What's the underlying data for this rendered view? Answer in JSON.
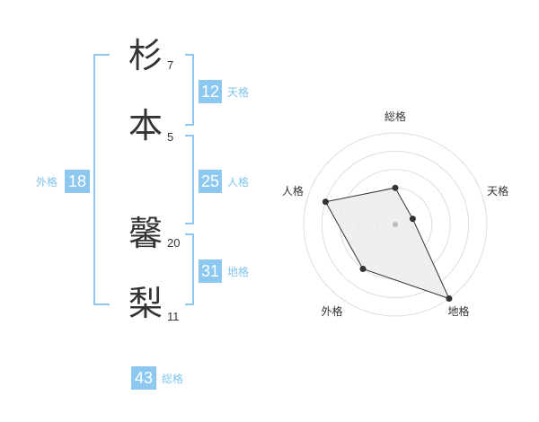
{
  "name": {
    "chars": [
      {
        "char": "杉",
        "strokes": "7"
      },
      {
        "char": "本",
        "strokes": "5"
      },
      {
        "char": "馨",
        "strokes": "20"
      },
      {
        "char": "梨",
        "strokes": "11"
      }
    ]
  },
  "fortune": {
    "tenkaku": {
      "value": "12",
      "label": "天格"
    },
    "jinkaku": {
      "value": "25",
      "label": "人格"
    },
    "chikaku": {
      "value": "31",
      "label": "地格"
    },
    "gaikaku": {
      "value": "18",
      "label": "外格"
    },
    "soukaku": {
      "value": "43",
      "label": "総格"
    }
  },
  "chart_data": {
    "type": "radar",
    "axes": [
      "総格",
      "天格",
      "地格",
      "外格",
      "人格"
    ],
    "values": [
      2,
      1,
      5,
      3,
      4
    ],
    "max": 5,
    "fill": "#ececec",
    "line": "#333333",
    "grid": "#dddddd"
  }
}
